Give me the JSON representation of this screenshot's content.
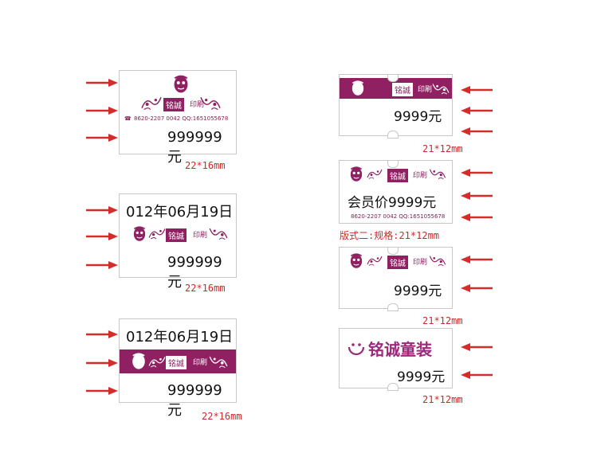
{
  "colors": {
    "brand": "#8f2062",
    "arrow": "#d42b2b",
    "size_text": "#cc2a2a"
  },
  "brand": {
    "name": "铭誠",
    "tagline": "印刷"
  },
  "kids_brand": "铭诚童装",
  "contact": "8620-2207 0042  QQ:1651055678",
  "contact_short": "8620-2207 0042  QQ:1651055678",
  "member_price": "会员价9999元",
  "variant_two_title": "版式二:规格:21*12mm",
  "labels": [
    {
      "price": "999999元",
      "size": "22*16mm"
    },
    {
      "date": "012年06月19日",
      "price": "999999元",
      "size": "22*16mm"
    },
    {
      "date": "012年06月19日",
      "price": "999999元",
      "size": "22*16mm"
    },
    {
      "price": "9999元",
      "size": "21*12mm"
    },
    {
      "price": "9999元",
      "size": "21*12mm"
    },
    {
      "price": "9999元",
      "size": "21*12mm"
    }
  ],
  "icons": {
    "phone": "phone-icon",
    "crest": "crest-logo",
    "smiley": "smiley-icon",
    "arrow": "arrow-right-icon"
  }
}
